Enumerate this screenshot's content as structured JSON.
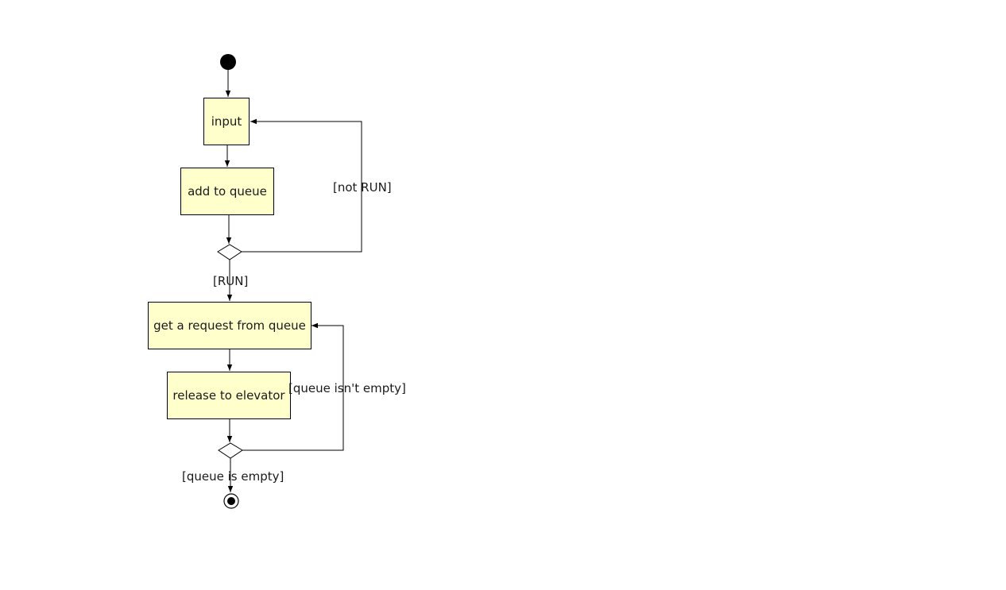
{
  "diagram": {
    "type": "UML activity diagram",
    "actions": {
      "input": "input",
      "add_to_queue": "add to queue",
      "get_request": "get a request from queue",
      "release": "release to elevator"
    },
    "guards": {
      "not_run": "[not RUN]",
      "run": "[RUN]",
      "queue_not_empty": "[queue isn't empty]",
      "queue_empty": "[queue is empty]"
    },
    "colors": {
      "action_fill": "#ffffcc",
      "stroke": "#000000",
      "background": "#ffffff"
    }
  }
}
